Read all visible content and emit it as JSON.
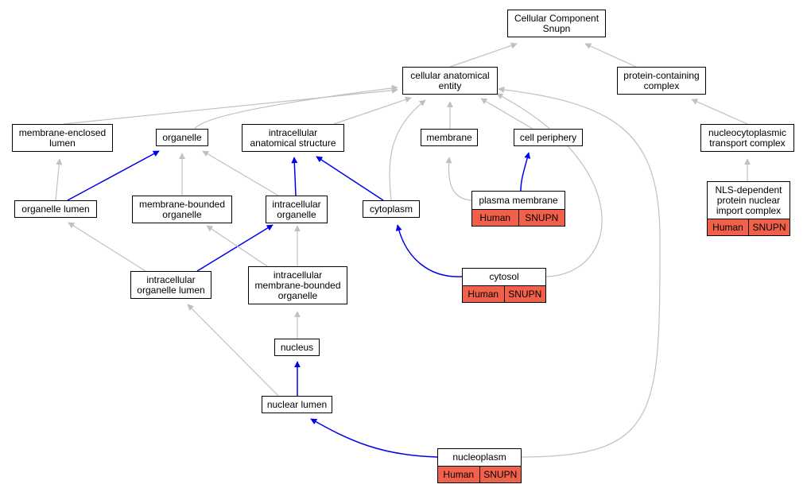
{
  "colors": {
    "is_a": "#c0c0c0",
    "part_of": "#0000ee",
    "annotation": "#f0604a"
  },
  "nodes": [
    {
      "id": "root",
      "label": "Cellular Component\nSnupn"
    },
    {
      "id": "cae",
      "label": "cellular anatomical\nentity"
    },
    {
      "id": "pcc",
      "label": "protein-containing\ncomplex"
    },
    {
      "id": "mel",
      "label": "membrane-enclosed\nlumen"
    },
    {
      "id": "org",
      "label": "organelle"
    },
    {
      "id": "ias",
      "label": "intracellular\nanatomical structure"
    },
    {
      "id": "mem",
      "label": "membrane"
    },
    {
      "id": "cp",
      "label": "cell periphery"
    },
    {
      "id": "nct",
      "label": "nucleocytoplasmic\ntransport complex"
    },
    {
      "id": "orl",
      "label": "organelle lumen"
    },
    {
      "id": "mbo",
      "label": "membrane-bounded\norganelle"
    },
    {
      "id": "io",
      "label": "intracellular\norganelle"
    },
    {
      "id": "cyt",
      "label": "cytoplasm"
    },
    {
      "id": "pm",
      "label": "plasma membrane",
      "annotations": [
        "Human",
        "SNUPN"
      ]
    },
    {
      "id": "nls",
      "label": "NLS-dependent\nprotein nuclear\nimport complex",
      "annotations": [
        "Human",
        "SNUPN"
      ]
    },
    {
      "id": "iol",
      "label": "intracellular\norganelle lumen"
    },
    {
      "id": "imbo",
      "label": "intracellular\nmembrane-bounded\norganelle"
    },
    {
      "id": "cytosol",
      "label": "cytosol",
      "annotations": [
        "Human",
        "SNUPN"
      ]
    },
    {
      "id": "nuc",
      "label": "nucleus"
    },
    {
      "id": "nl",
      "label": "nuclear lumen"
    },
    {
      "id": "np",
      "label": "nucleoplasm",
      "annotations": [
        "Human",
        "SNUPN"
      ]
    }
  ],
  "edges": [
    {
      "from": "cae",
      "to": "root",
      "type": "is_a"
    },
    {
      "from": "pcc",
      "to": "root",
      "type": "is_a"
    },
    {
      "from": "mel",
      "to": "cae",
      "type": "is_a"
    },
    {
      "from": "org",
      "to": "cae",
      "type": "is_a"
    },
    {
      "from": "ias",
      "to": "cae",
      "type": "is_a"
    },
    {
      "from": "mem",
      "to": "cae",
      "type": "is_a"
    },
    {
      "from": "cp",
      "to": "cae",
      "type": "is_a"
    },
    {
      "from": "cyt",
      "to": "cae",
      "type": "is_a"
    },
    {
      "from": "cytosol",
      "to": "cae",
      "type": "is_a"
    },
    {
      "from": "np",
      "to": "cae",
      "type": "is_a"
    },
    {
      "from": "nct",
      "to": "pcc",
      "type": "is_a"
    },
    {
      "from": "nls",
      "to": "nct",
      "type": "is_a"
    },
    {
      "from": "orl",
      "to": "mel",
      "type": "is_a"
    },
    {
      "from": "orl",
      "to": "org",
      "type": "part_of"
    },
    {
      "from": "mbo",
      "to": "org",
      "type": "is_a"
    },
    {
      "from": "io",
      "to": "org",
      "type": "is_a"
    },
    {
      "from": "io",
      "to": "ias",
      "type": "part_of"
    },
    {
      "from": "cyt",
      "to": "ias",
      "type": "part_of"
    },
    {
      "from": "pm",
      "to": "mem",
      "type": "is_a"
    },
    {
      "from": "pm",
      "to": "cp",
      "type": "part_of"
    },
    {
      "from": "iol",
      "to": "orl",
      "type": "is_a"
    },
    {
      "from": "iol",
      "to": "io",
      "type": "part_of"
    },
    {
      "from": "imbo",
      "to": "mbo",
      "type": "is_a"
    },
    {
      "from": "imbo",
      "to": "io",
      "type": "is_a"
    },
    {
      "from": "cytosol",
      "to": "cyt",
      "type": "part_of"
    },
    {
      "from": "nuc",
      "to": "imbo",
      "type": "is_a"
    },
    {
      "from": "nl",
      "to": "iol",
      "type": "is_a"
    },
    {
      "from": "nl",
      "to": "nuc",
      "type": "part_of"
    },
    {
      "from": "np",
      "to": "nl",
      "type": "part_of"
    }
  ]
}
